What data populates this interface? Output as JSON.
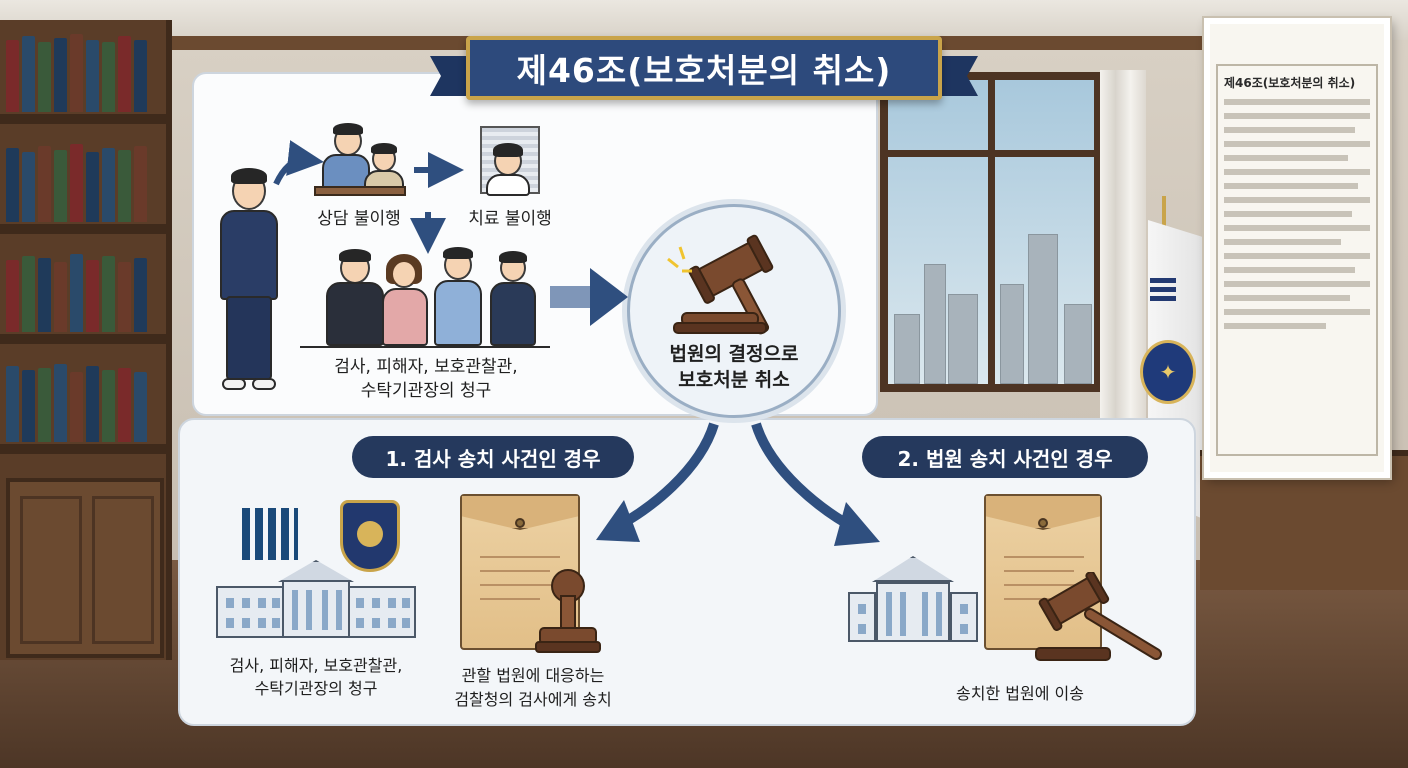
{
  "title": "제46조(보호처분의 취소)",
  "top_panel": {
    "counseling_label": "상담 불이행",
    "treatment_label": "치료 불이행",
    "requesters_line1": "검사, 피해자, 보호관찰관,",
    "requesters_line2": "수탁기관장의 청구"
  },
  "court_decision": {
    "line1": "법원의 결정으로",
    "line2": "보호처분 취소"
  },
  "case1": {
    "heading": "1. 검사 송치 사건인 경우",
    "requesters_line1": "검사, 피해자, 보호관찰관,",
    "requesters_line2": "수탁기관장의 청구",
    "action_line1": "관할 법원에 대응하는",
    "action_line2": "검찰청의 검사에게 송치"
  },
  "case2": {
    "heading": "2. 법원 송치 사건인 경우",
    "action": "송치한 법원에 이송"
  },
  "wall_frame": {
    "title": "제46조(보호처분의 취소)"
  },
  "colors": {
    "banner": "#2d4a7c",
    "banner_border": "#c9a44a",
    "pill": "#25395d",
    "arrow": "#2f4f7f",
    "gavel": "#7a4a2e"
  },
  "icons": [
    "gavel-icon",
    "envelope-icon",
    "stamp-icon",
    "court-building-icon",
    "prosecution-logo-icon",
    "emblem-shield-icon"
  ]
}
